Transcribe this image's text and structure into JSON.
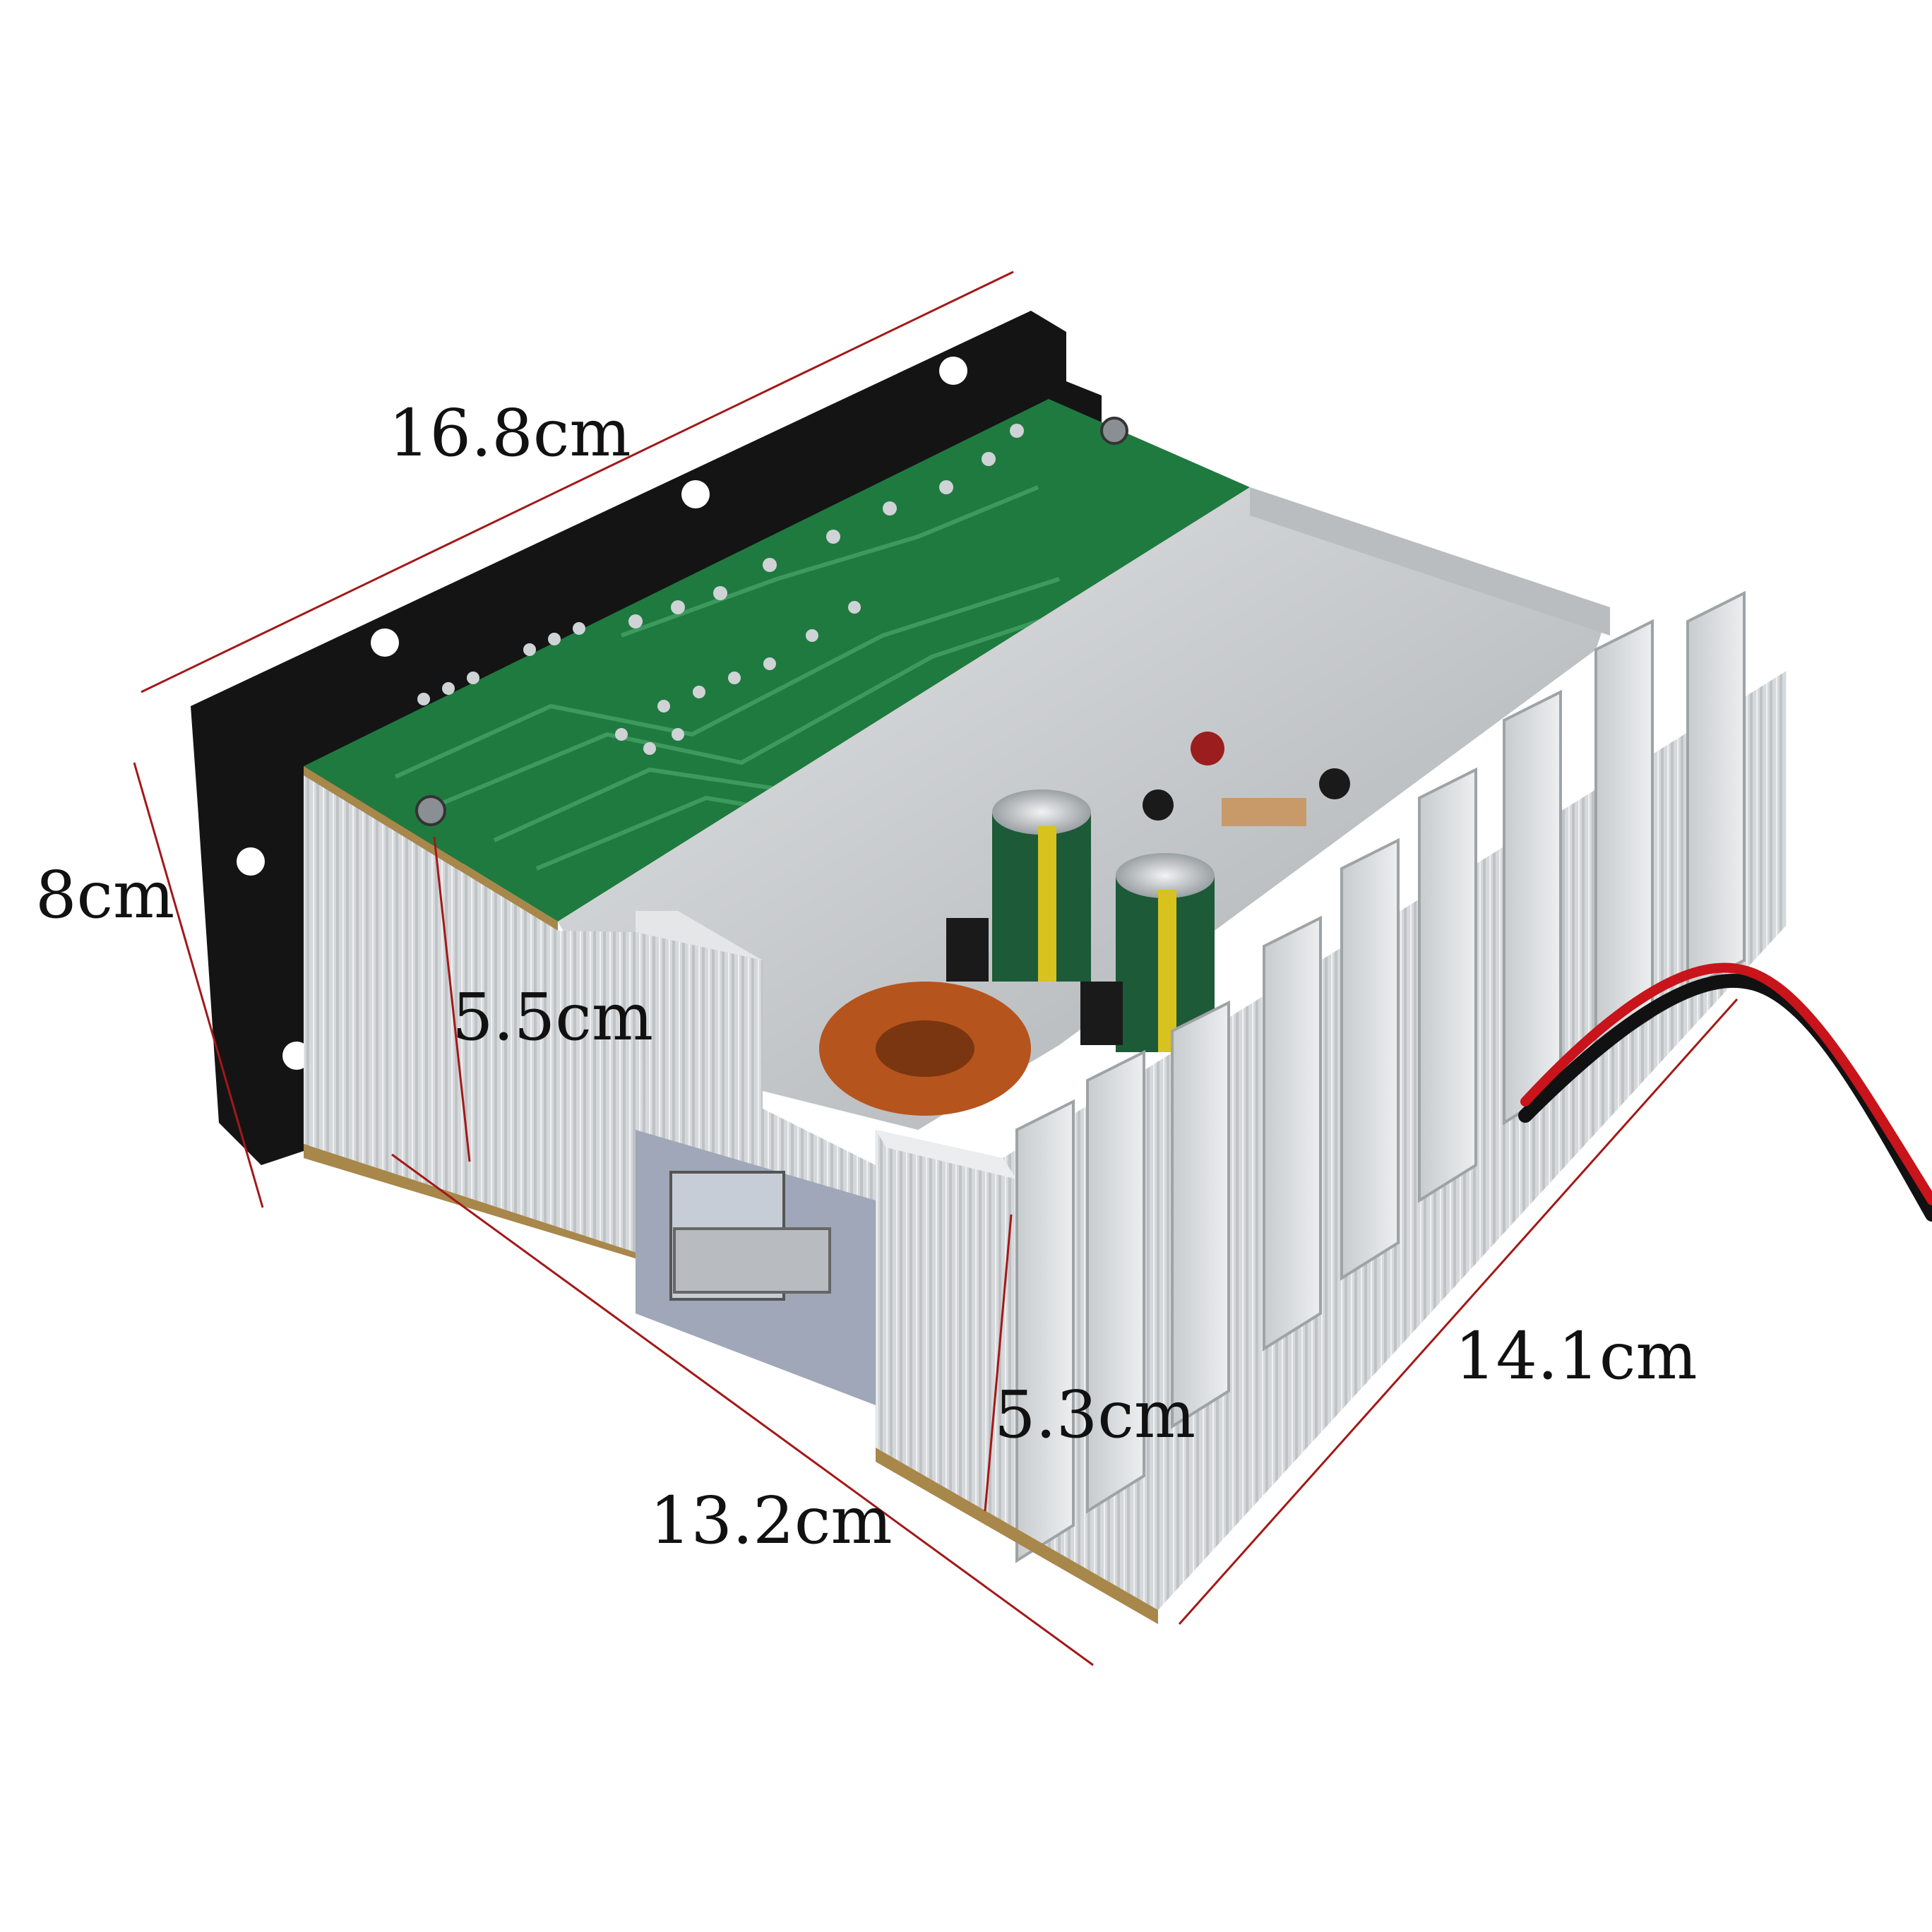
{
  "dimensions": {
    "length": "16.8cm",
    "height": "8cm",
    "inner_height_left": "5.5cm",
    "fin_height": "5.3cm",
    "front_width": "13.2cm",
    "depth": "14.1cm"
  },
  "colors": {
    "dimension_line": "#a31818",
    "pcb_green": "#1f7a3f",
    "heatsink_silver": "#d9dcde",
    "flange_black": "#121212",
    "coil_copper": "#b5541d"
  }
}
